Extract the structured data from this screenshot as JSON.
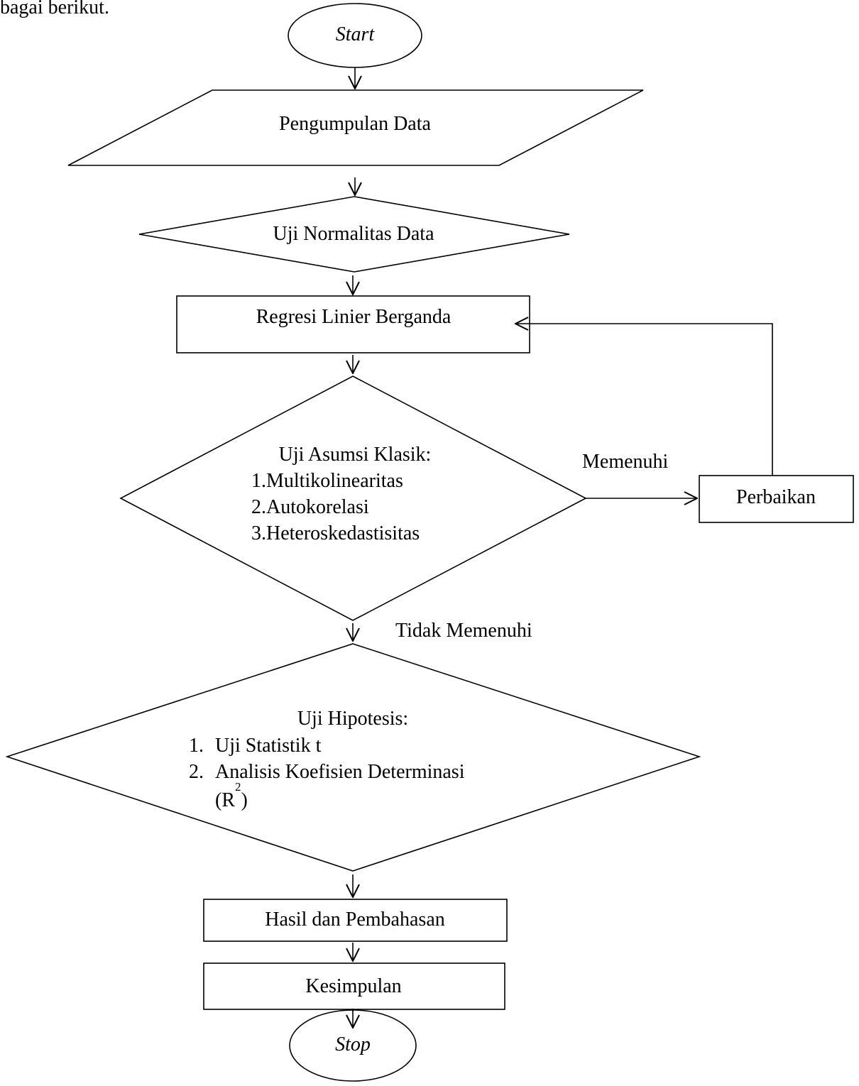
{
  "header_fragment": "bagai berikut.",
  "nodes": {
    "start": "Start",
    "collect": "Pengumpulan Data",
    "normality": "Uji Normalitas Data",
    "regression": "Regresi Linier Berganda",
    "assumption": {
      "title": "Uji Asumsi Klasik:",
      "items": [
        {
          "num": "1.",
          "text": "Multikolinearitas"
        },
        {
          "num": "2.",
          "text": "Autokorelasi"
        },
        {
          "num": "3.",
          "text": "Heteroskedastisitas"
        }
      ]
    },
    "fix": "Perbaikan",
    "hypothesis": {
      "title": "Uji Hipotesis:",
      "items": [
        {
          "num": "1.",
          "text": "Uji Statistik t"
        },
        {
          "num": "2.",
          "text": "Analisis Koefisien Determinasi"
        }
      ],
      "r2_open": "(R",
      "r2_sup": "2",
      "r2_close": ")"
    },
    "results": "Hasil dan Pembahasan",
    "conclusion": "Kesimpulan",
    "stop": "Stop"
  },
  "edges": {
    "met": "Memenuhi",
    "not_met": "Tidak Memenuhi"
  }
}
